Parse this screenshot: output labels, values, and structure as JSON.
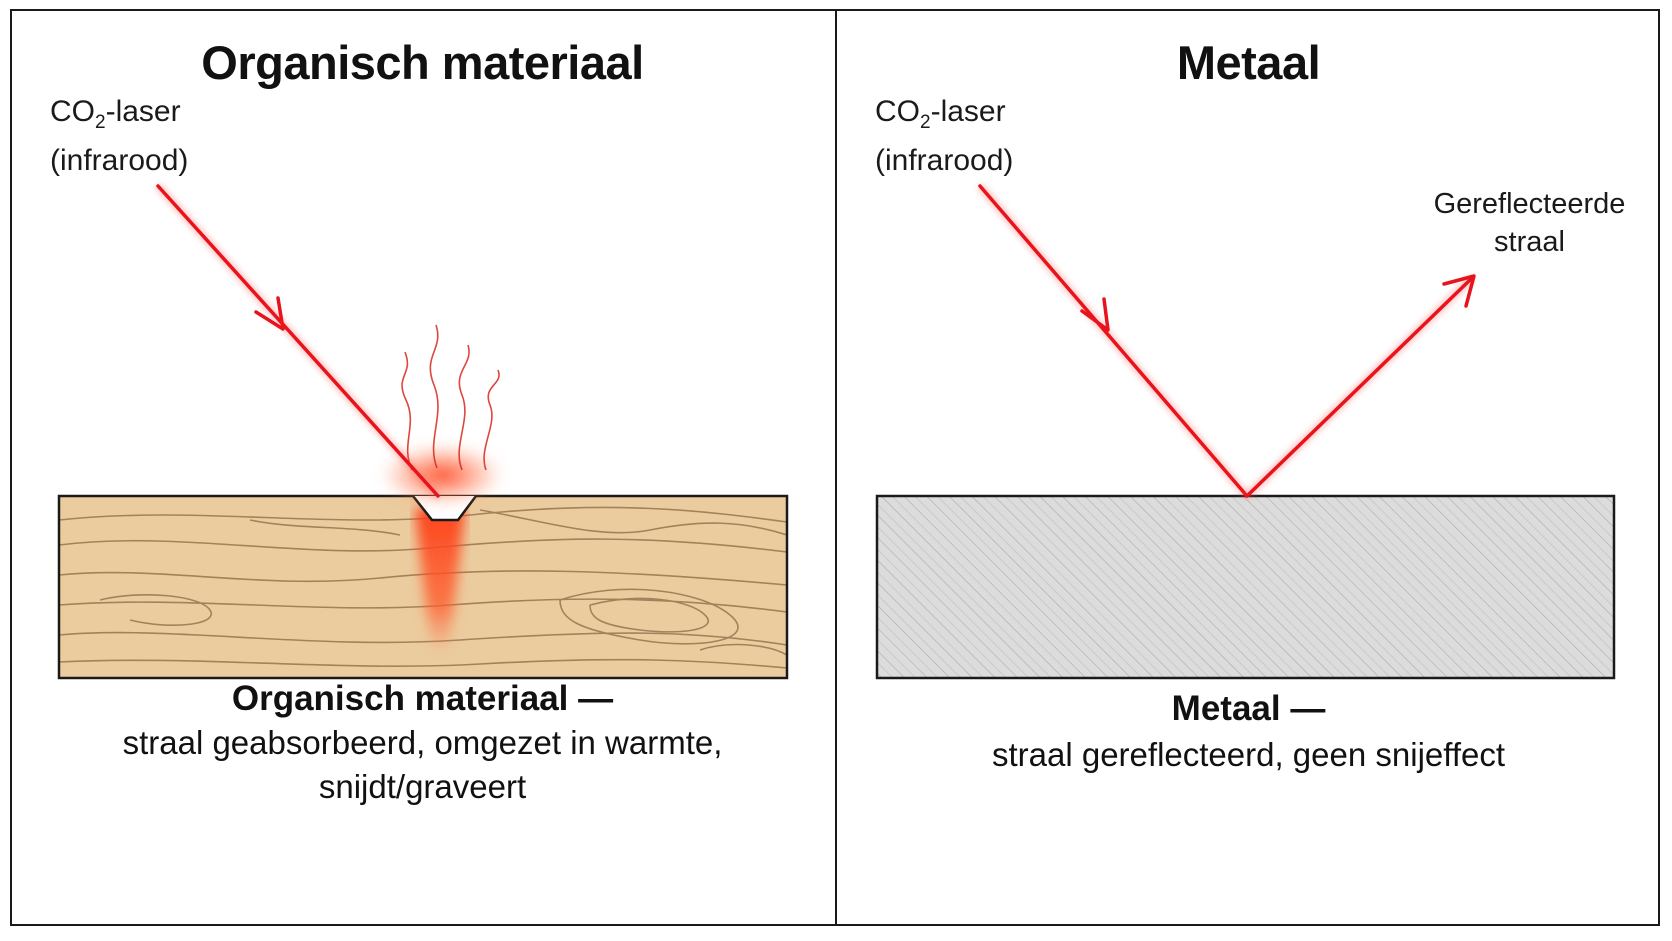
{
  "left_panel": {
    "title": "Organisch materiaal",
    "laser_label_main": "CO",
    "laser_label_sub": "2",
    "laser_label_rest": "-laser",
    "laser_label_line2": "(infrarood)",
    "caption_head": "Organisch materiaal —",
    "caption_line1": "straal geabsorbeerd, omgezet in warmte,",
    "caption_line2": "snijdt/graveert",
    "material": "wood-block"
  },
  "right_panel": {
    "title": "Metaal",
    "laser_label_main": "CO",
    "laser_label_sub": "2",
    "laser_label_rest": "-laser",
    "laser_label_line2": "(infrarood)",
    "reflected_label_line1": "Gereflecteerde",
    "reflected_label_line2": "straal",
    "caption_head": "Metaal —",
    "caption_line1": "straal gereflecteerd, geen snijeffect",
    "material": "metal-block"
  },
  "colors": {
    "laser": "#e8141b",
    "wood": "#e9c99a",
    "wood_grain": "#8c6a45",
    "metal": "#d9d9d9",
    "metal_hatch": "#a8a8a8",
    "heat": "#ff4a1c",
    "border": "#1a1a1a"
  }
}
